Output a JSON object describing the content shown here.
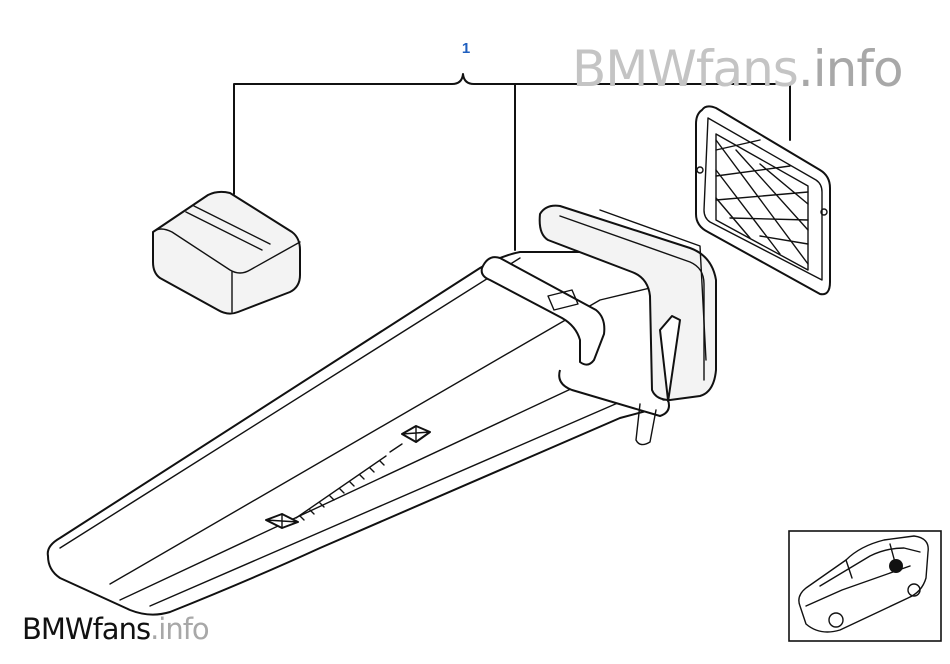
{
  "diagram": {
    "callout_number": "1",
    "watermark_top": {
      "brand": "BMWfans",
      "suffix": ".info"
    },
    "watermark_bottom": {
      "brand": "BMWfans",
      "suffix": ".info"
    }
  },
  "colors": {
    "callout": "#1f5fbf",
    "line": "#111111",
    "watermark_light": "#c4c4c4",
    "watermark_dark": "#111111"
  }
}
